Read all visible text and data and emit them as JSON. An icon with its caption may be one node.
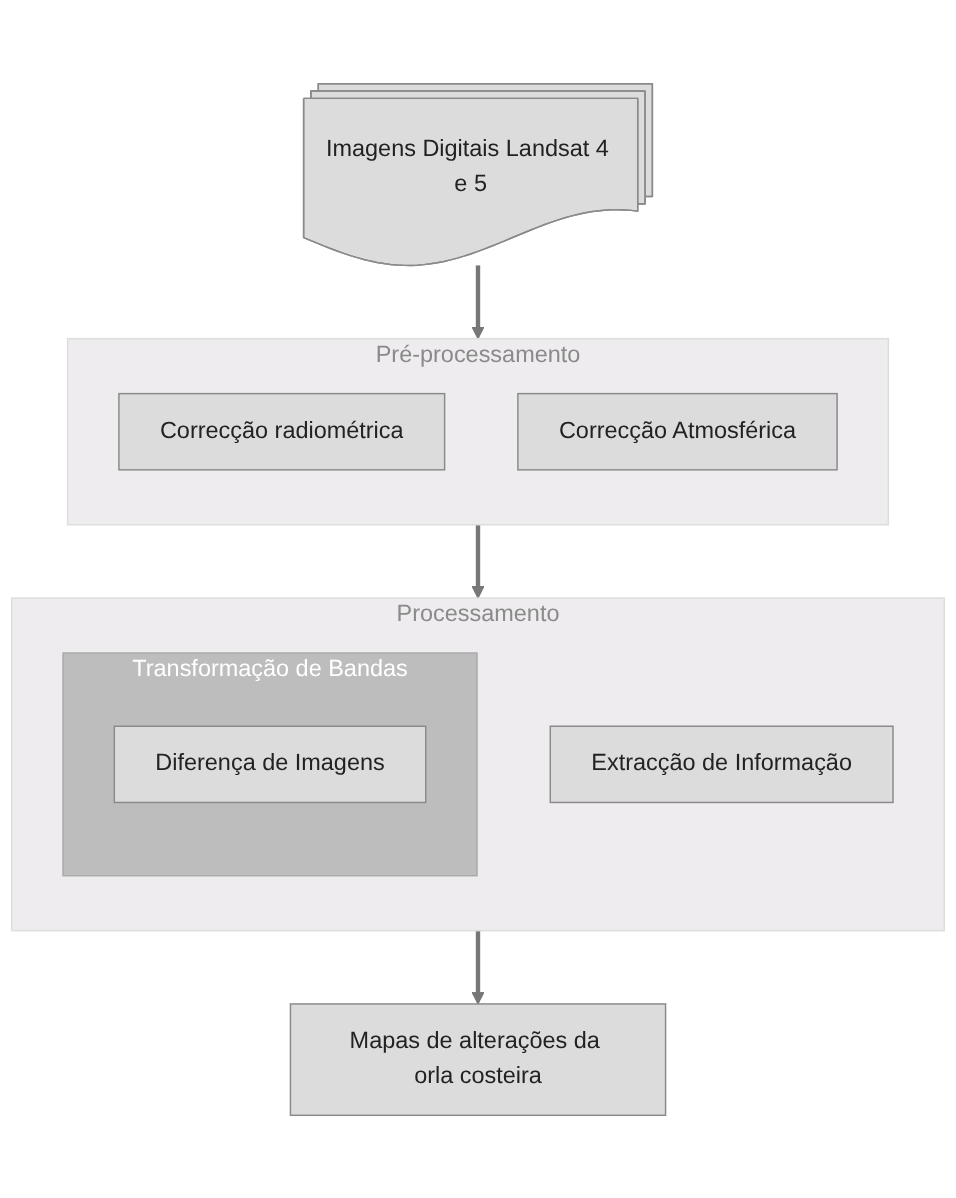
{
  "diagram": {
    "nodes": [
      {
        "text": [
          "Imagens Digitais Landsat 4 e 5"
        ]
      },
      {
        "text": [
          "Pré-processamento"
        ]
      },
      {
        "text": [
          "Correcção radiométrica"
        ],
        "in": 1
      },
      {
        "text": [
          "Correcção Atmosférica"
        ],
        "in": 1
      },
      {
        "text": [
          "Processamento"
        ]
      },
      {
        "text": [
          "Transformação de Bandas"
        ],
        "in": 4
      },
      {
        "text": [
          "Diferença de Imagens"
        ],
        "in": 5
      },
      {
        "text": [
          "Extracção de Informação"
        ],
        "in": 4
      },
      {
        "text": [
          "Mapas de alterações da orla costeira"
        ]
      }
    ],
    "edges": [
      {
        "from": 0,
        "to": 1,
        "arrow": "to"
      },
      {
        "from": 1,
        "to": 4,
        "arrow": "to"
      },
      {
        "from": 4,
        "to": 8,
        "arrow": "to"
      }
    ]
  }
}
